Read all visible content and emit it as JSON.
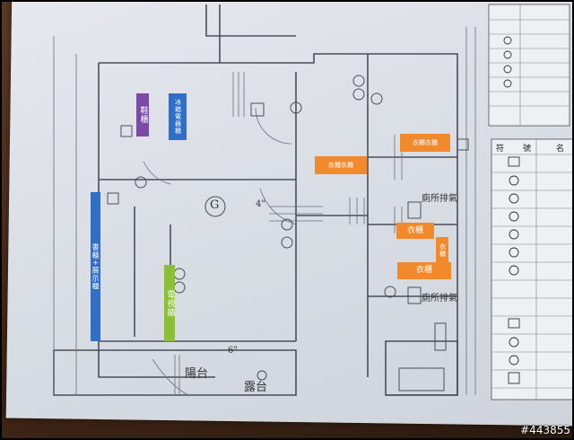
{
  "labels": {
    "shoe_cabinet": "鞋櫃",
    "shoe_cabinet_2": "冰箱電器櫃",
    "display_cabinet": "書櫃+展示櫃",
    "tv_wall": "電視牆",
    "top_cabinet": "衣櫃衣櫃",
    "mid_cabinet": "衣櫃衣櫃",
    "wardrobe_1": "衣櫃",
    "wardrobe_2": "衣櫃",
    "wardrobe_side": "衣櫃"
  },
  "plan": {
    "room_g": "G",
    "balcony": "陽台",
    "terrace": "露台",
    "legend_header_1": "符",
    "legend_header_2": "號",
    "legend_header_3": "名",
    "fan_1": "廁所排氣",
    "fan_2": "廁所排氣",
    "dim_4": "4\"",
    "dim_6": "6\""
  },
  "watermark": "#443855",
  "colors": {
    "purple": "#7b4aa6",
    "blue": "#2f6fc6",
    "orange": "#f08a2c",
    "green": "#8bbf3a"
  }
}
